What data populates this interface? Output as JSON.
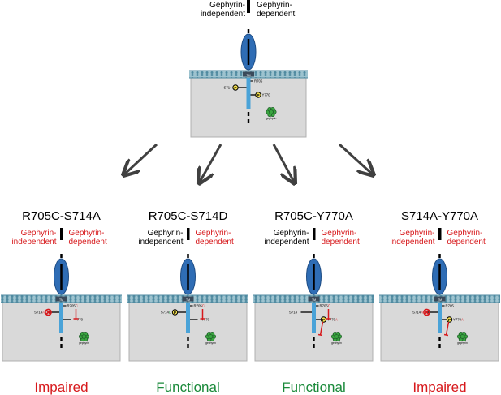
{
  "colors": {
    "red": "#d7191c",
    "green": "#1a8a3a",
    "black": "#000000",
    "receptor_blue": "#2f6db5",
    "panel_gray": "#d9d9d9",
    "membrane": "#6a9fb5",
    "phospho_yellow": "#f4e04d",
    "gephyrin_green": "#3aa640"
  },
  "top": {
    "label_left": "Gephyrin-\nindependent",
    "label_right": "Gephyrin-\ndependent",
    "tm_label": "TM",
    "residues": {
      "s714": "S714",
      "r705": "R705",
      "y770": "Y770"
    },
    "phospho_mark": "P",
    "gephyrin": "gephyrin"
  },
  "panels": [
    {
      "title": "R705C-S714A",
      "left_label": "Gephyrin-\nindependent",
      "left_color": "red",
      "right_label": "Gephyrin-\ndependent",
      "right_color": "red",
      "s714_base": "S714",
      "s714_suffix": "A",
      "s714_suffix_color": "red",
      "r705_base": "R705",
      "r705_suffix": "C",
      "y770_base": "Y770",
      "y770_suffix": "",
      "s714_phospho": false,
      "s714_blocked": true,
      "y770_phospho": false,
      "y770_blocked": false,
      "gephyrin": "gephyrin",
      "outcome": "Impaired",
      "outcome_color": "red"
    },
    {
      "title": "R705C-S714D",
      "left_label": "Gephyrin-\nindependent",
      "left_color": "black",
      "right_label": "Gephyrin-\ndependent",
      "right_color": "red",
      "s714_base": "S714",
      "s714_suffix": "D",
      "s714_suffix_color": "green",
      "r705_base": "R705",
      "r705_suffix": "C",
      "y770_base": "Y770",
      "y770_suffix": "",
      "s714_phospho": true,
      "s714_blocked": false,
      "y770_phospho": false,
      "y770_blocked": false,
      "gephyrin": "gephyrin",
      "outcome": "Functional",
      "outcome_color": "green"
    },
    {
      "title": "R705C-Y770A",
      "left_label": "Gephyrin-\nindependent",
      "left_color": "black",
      "right_label": "Gephyrin-\ndependent",
      "right_color": "red",
      "s714_base": "S714",
      "s714_suffix": "",
      "s714_suffix_color": "black",
      "r705_base": "R705",
      "r705_suffix": "C",
      "y770_base": "Y770",
      "y770_suffix": "A",
      "s714_phospho": false,
      "s714_blocked": false,
      "y770_phospho": true,
      "y770_blocked": false,
      "gephyrin": "gephyrin",
      "outcome": "Functional",
      "outcome_color": "green"
    },
    {
      "title": "S714A-Y770A",
      "left_label": "Gephyrin-\nindependent",
      "left_color": "red",
      "right_label": "Gephyrin-\ndependent",
      "right_color": "red",
      "s714_base": "S714",
      "s714_suffix": "A",
      "s714_suffix_color": "red",
      "r705_base": "R705",
      "r705_suffix": "",
      "y770_base": "Y770",
      "y770_suffix": "A",
      "s714_phospho": false,
      "s714_blocked": true,
      "y770_phospho": true,
      "y770_blocked": false,
      "gephyrin": "gephyrin",
      "outcome": "Impaired",
      "outcome_color": "red"
    }
  ]
}
